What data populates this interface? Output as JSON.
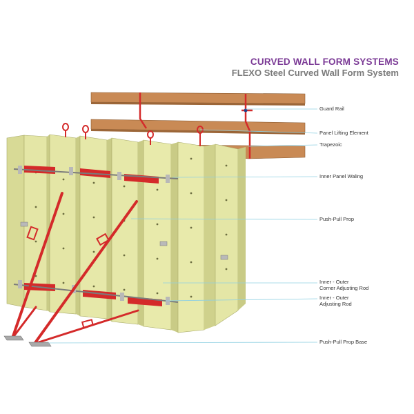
{
  "header": {
    "title": "CURVED WALL FORM SYSTEMS",
    "subtitle": "FLEXO Steel Curved Wall Form System"
  },
  "labels": [
    {
      "id": "guard-rail",
      "text": "Guard Rail"
    },
    {
      "id": "panel-lifting-element",
      "text": "Panel Lifting Element"
    },
    {
      "id": "trapezoic",
      "text": "Trapezoic"
    },
    {
      "id": "inner-panel-waling",
      "text": "Inner Panel Waling"
    },
    {
      "id": "push-pull-prop",
      "text": "Push-Pull Prop"
    },
    {
      "id": "inner-outer-corner-adjusting-rod",
      "text": "Inner - Outer",
      "text2": "Corner Adjusting Rod"
    },
    {
      "id": "inner-outer-adjusting-rod",
      "text": "Inner - Outer",
      "text2": "Adjusting Rod"
    },
    {
      "id": "push-pull-prop-base",
      "text": "Push-Pull Prop Base"
    }
  ],
  "colors": {
    "title": "#7b3a96",
    "subtitle": "#7a7a7a",
    "panel": "#e4e6a6",
    "panel_side": "#c9cb86",
    "steel_red": "#d42a2a",
    "timber": "#c98a55",
    "leader": "#8fd0e2"
  }
}
